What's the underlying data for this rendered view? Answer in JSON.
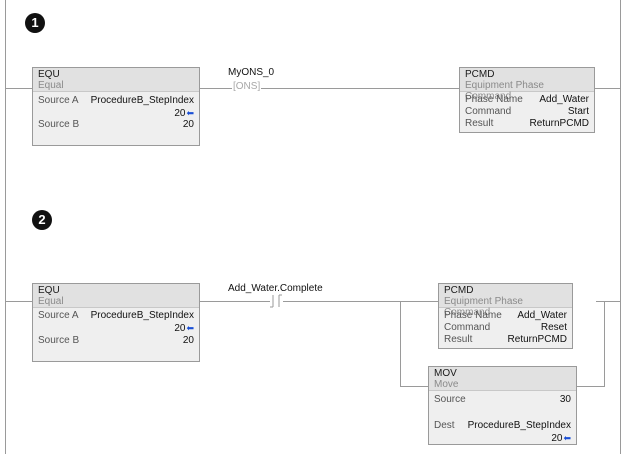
{
  "rung1": {
    "number": "1",
    "equ": {
      "name": "EQU",
      "desc": "Equal",
      "source_a_label": "Source A",
      "source_a_tag": "ProcedureB_StepIndex",
      "source_a_value": "20",
      "source_b_label": "Source B",
      "source_b_value": "20"
    },
    "ons_tag": "MyONS_0",
    "ons_text": "[ONS]",
    "pcmd": {
      "name": "PCMD",
      "desc": "Equipment Phase Command",
      "phase_label": "Phase Name",
      "phase_value": "Add_Water",
      "command_label": "Command",
      "command_value": "Start",
      "result_label": "Result",
      "result_value": "ReturnPCMD"
    }
  },
  "rung2": {
    "number": "2",
    "equ": {
      "name": "EQU",
      "desc": "Equal",
      "source_a_label": "Source A",
      "source_a_tag": "ProcedureB_StepIndex",
      "source_a_value": "20",
      "source_b_label": "Source B",
      "source_b_value": "20"
    },
    "xic_tag": "Add_Water.Complete",
    "pcmd": {
      "name": "PCMD",
      "desc": "Equipment Phase Command",
      "phase_label": "Phase Name",
      "phase_value": "Add_Water",
      "command_label": "Command",
      "command_value": "Reset",
      "result_label": "Result",
      "result_value": "ReturnPCMD"
    },
    "mov": {
      "name": "MOV",
      "desc": "Move",
      "source_label": "Source",
      "source_value": "30",
      "dest_label": "Dest",
      "dest_tag": "ProcedureB_StepIndex",
      "dest_value": "20"
    }
  }
}
